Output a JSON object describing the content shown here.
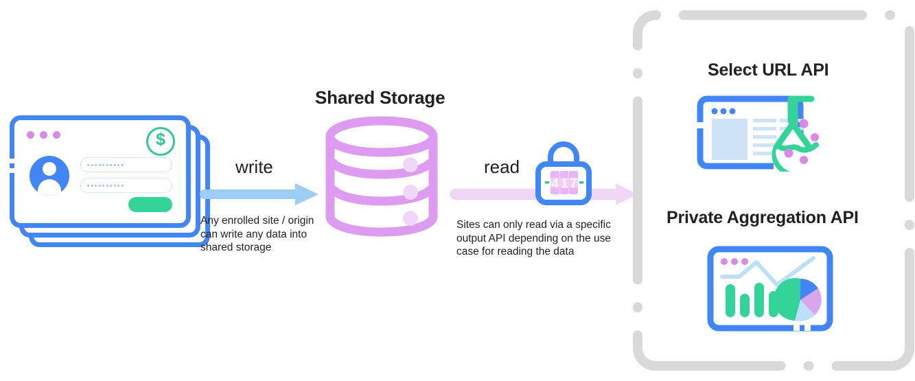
{
  "diagram": {
    "title_center": "Shared Storage",
    "flow": {
      "write": {
        "label": "write",
        "caption": "Any enrolled site / origin can write any data into shared storage",
        "arrow_color": "#9ccdf5"
      },
      "read": {
        "label": "read",
        "caption": "Sites can only read via a specific output API depending on the use case for reading the data",
        "arrow_color": "#f0d7f7"
      }
    },
    "source_card": {
      "window_dots": [
        "dot",
        "dot",
        "dot"
      ],
      "coin_symbol": "$",
      "password_field_1": "••••••••••",
      "password_field_2": "••••••••••",
      "submit_button_label": ""
    },
    "storage": {
      "bands": 3,
      "color": "#dd9cf0"
    },
    "lock": {
      "combination": "417",
      "digits": [
        "4",
        "1",
        "7"
      ],
      "body_color": "#4285f4",
      "dial_color": "#e8b6f5",
      "tick_color": "#34c98a"
    },
    "output_apis": [
      {
        "title": "Select URL API",
        "icon": "browser-flask-icon"
      },
      {
        "title": "Private Aggregation API",
        "icon": "dashboard-charts-icon"
      }
    ],
    "panel": {
      "border_style": "dashed",
      "border_color": "#d9d9d9"
    },
    "palette": {
      "blue": "#4285f4",
      "light_blue": "#9ccdf5",
      "purple": "#dd9cf0",
      "light_purple": "#f0d7f7",
      "green": "#34d399",
      "text": "#202124",
      "gray": "#d9d9d9"
    }
  }
}
